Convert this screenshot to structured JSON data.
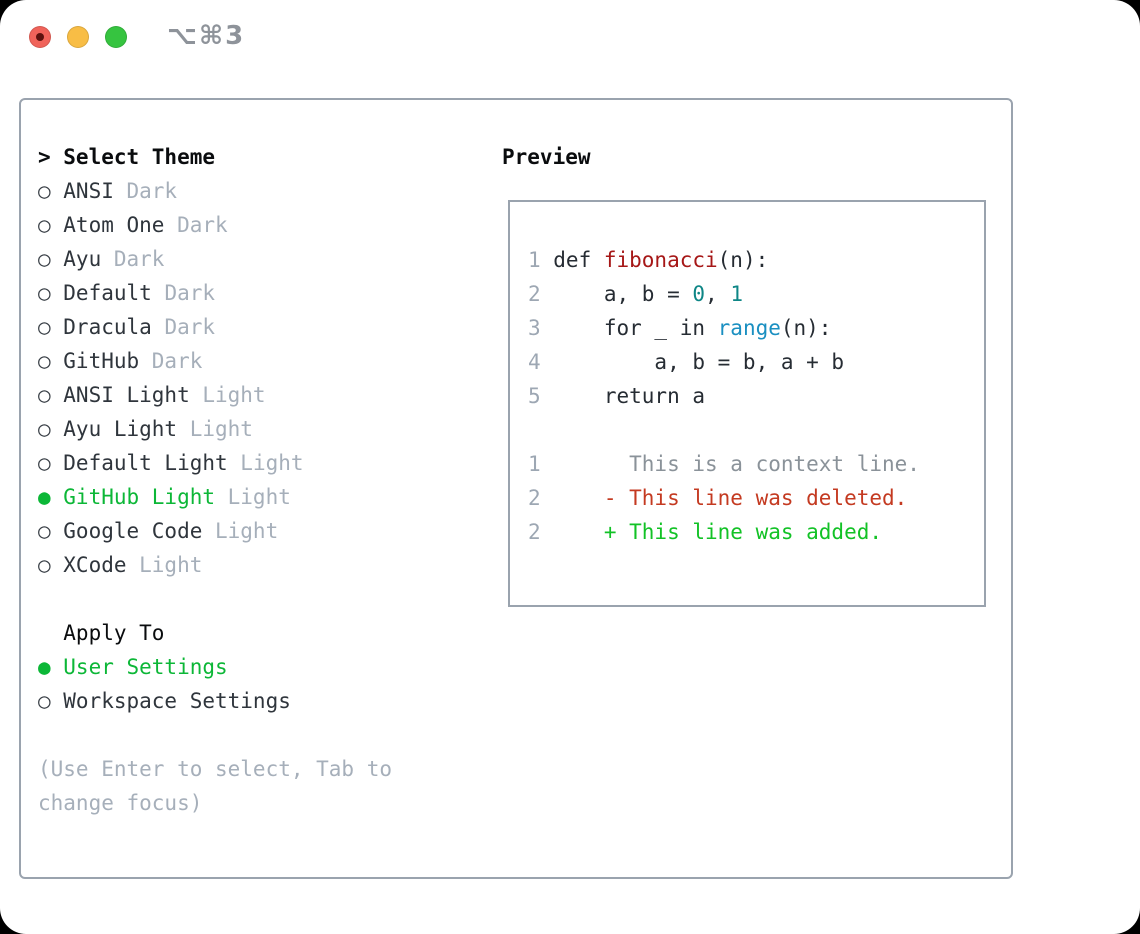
{
  "window": {
    "title_shortcut": "⌥⌘3"
  },
  "theme_picker": {
    "prompt_marker": ">",
    "heading": "Select Theme",
    "radio_unselected": "○",
    "radio_selected": "●",
    "items": [
      {
        "name": "ANSI",
        "variant": "Dark",
        "selected": false
      },
      {
        "name": "Atom One",
        "variant": "Dark",
        "selected": false
      },
      {
        "name": "Ayu",
        "variant": "Dark",
        "selected": false
      },
      {
        "name": "Default",
        "variant": "Dark",
        "selected": false
      },
      {
        "name": "Dracula",
        "variant": "Dark",
        "selected": false
      },
      {
        "name": "GitHub",
        "variant": "Dark",
        "selected": false
      },
      {
        "name": "ANSI Light",
        "variant": "Light",
        "selected": false
      },
      {
        "name": "Ayu Light",
        "variant": "Light",
        "selected": false
      },
      {
        "name": "Default Light",
        "variant": "Light",
        "selected": false
      },
      {
        "name": "GitHub Light",
        "variant": "Light",
        "selected": true
      },
      {
        "name": "Google Code",
        "variant": "Light",
        "selected": false
      },
      {
        "name": "XCode",
        "variant": "Light",
        "selected": false
      }
    ],
    "apply_to": {
      "heading": "Apply To",
      "options": [
        {
          "name": "User Settings",
          "selected": true
        },
        {
          "name": "Workspace Settings",
          "selected": false
        }
      ]
    },
    "hint_lines": [
      "(Use Enter to select, Tab to",
      "change focus)"
    ]
  },
  "preview": {
    "heading": "Preview",
    "lines": [
      {
        "num": "1",
        "tokens": [
          {
            "t": "def ",
            "c": "plain"
          },
          {
            "t": "fibonacci",
            "c": "func"
          },
          {
            "t": "(n):",
            "c": "plain"
          }
        ]
      },
      {
        "num": "2",
        "tokens": [
          {
            "t": "    a, b = ",
            "c": "plain"
          },
          {
            "t": "0",
            "c": "number"
          },
          {
            "t": ", ",
            "c": "plain"
          },
          {
            "t": "1",
            "c": "number"
          }
        ]
      },
      {
        "num": "3",
        "tokens": [
          {
            "t": "    for _ in ",
            "c": "plain"
          },
          {
            "t": "range",
            "c": "builtin"
          },
          {
            "t": "(n):",
            "c": "plain"
          }
        ]
      },
      {
        "num": "4",
        "tokens": [
          {
            "t": "        a, b = b, a + b",
            "c": "plain"
          }
        ]
      },
      {
        "num": "5",
        "tokens": [
          {
            "t": "    return a",
            "c": "plain"
          }
        ]
      },
      {
        "num": "",
        "tokens": []
      },
      {
        "num": "1",
        "tokens": [
          {
            "t": "      This is a context line.",
            "c": "context"
          }
        ]
      },
      {
        "num": "2",
        "tokens": [
          {
            "t": "    - This line was deleted.",
            "c": "deleted"
          }
        ]
      },
      {
        "num": "2",
        "tokens": [
          {
            "t": "    + This line was added.",
            "c": "added"
          }
        ]
      }
    ]
  },
  "colors": {
    "accent_green": "#0cb737",
    "panel_border": "#9aa3ae",
    "item_name": "#2f353c",
    "variant_gray": "#a6afba",
    "line_number": "#9da7b3",
    "code_plain": "#262c33",
    "function_red": "#a61717",
    "number_teal": "#0e8686",
    "builtin_blue": "#1a8fc1",
    "diff_context": "#8a9299",
    "diff_deleted": "#c43a21",
    "diff_added": "#12c226",
    "traffic_close": "#f0635a",
    "traffic_minimize": "#f8bd45",
    "traffic_zoom": "#36c440",
    "title_gray": "#8e939a"
  }
}
